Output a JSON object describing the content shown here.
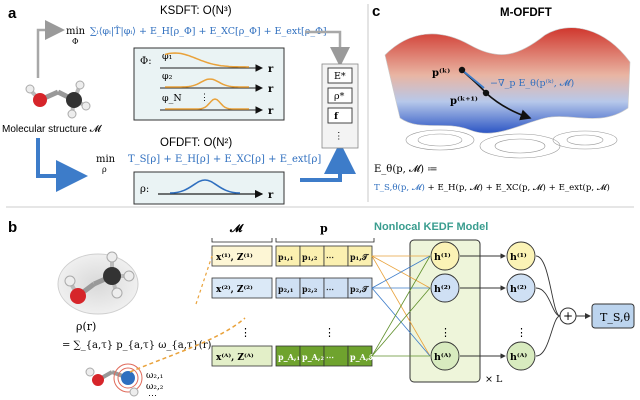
{
  "colors": {
    "blue": "#2f6fbf",
    "blue_dark": "#274f8f",
    "orange": "#e9a23b",
    "green_panel": "#eef5da",
    "green_border": "#5f8f2a",
    "teal_title": "#3a9d8f",
    "gray_box": "#f3f3f3",
    "yellow_box": "#fdf6d5",
    "lightblue_box": "#dbe9f7",
    "green_box": "#e3efc8",
    "node_yellow": "#fbf3b6",
    "node_blue": "#cfe0f4",
    "node_green": "#d8ebbf",
    "output_box": "#bcd4ee"
  },
  "panel_a": {
    "label": "a",
    "ksdft_title": "KSDFT: O(N³)",
    "ksdft_eq_min": "min",
    "ksdft_eq_sub": "Φ",
    "ksdft_eq": "∑ᵢ⟨φᵢ|T̂|φᵢ⟩ + E_H[ρ_Φ] + E_XC[ρ_Φ] + E_ext[ρ_Φ]",
    "phi_label": "Φ:",
    "orbitals": [
      "φ₁",
      "φ₂",
      "φ_N"
    ],
    "dots": "⋮",
    "r_label": "r",
    "molecular_structure": "Molecular structure 𝓜",
    "ofdft_title": "OFDFT: O(N²)",
    "ofdft_eq_min": "min",
    "ofdft_eq_sub": "ρ",
    "ofdft_eq": "T_S[ρ] + E_H[ρ] + E_XC[ρ] + E_ext[ρ]",
    "rho_label": "ρ:",
    "outputs": [
      "E*",
      "ρ*",
      "f",
      "⋮"
    ]
  },
  "panel_c": {
    "label": "c",
    "title": "M-OFDFT",
    "p_k": "p⁽ᵏ⁾",
    "p_k1": "p⁽ᵏ⁺¹⁾",
    "gradient": "−∇_p E_θ(p⁽ᵏ⁾, 𝓜)",
    "energy_line1": "E_θ(p, 𝓜) ≔",
    "energy_line2": "T_S,θ(p, 𝓜) + E_H(p, 𝓜) + E_XC(p, 𝓜) + E_ext(p, 𝓜)"
  },
  "panel_b": {
    "label": "b",
    "model_title": "Nonlocal KEDF Model",
    "rho_r": "ρ(r)",
    "density_expansion": "= ∑_{a,τ} p_{a,τ} ω_{a,τ}(r)",
    "omega_labels": [
      "ω₂,₁",
      "ω₂,₂",
      "⋯"
    ],
    "header_M": "𝓜",
    "header_p": "p",
    "rows": [
      {
        "atom": "x⁽¹⁾, Z⁽¹⁾",
        "coeffs": [
          "p₁,₁",
          "p₁,₂",
          "⋯",
          "p₁,𝒯"
        ],
        "hidden": "h⁽¹⁾",
        "out": "h⁽¹⁾"
      },
      {
        "atom": "x⁽²⁾, Z⁽²⁾",
        "coeffs": [
          "p₂,₁",
          "p₂,₂",
          "⋯",
          "p₂,𝒯"
        ],
        "hidden": "h⁽²⁾",
        "out": "h⁽²⁾"
      },
      {
        "atom": "x⁽ᴬ⁾, Z⁽ᴬ⁾",
        "coeffs": [
          "p_A,₁",
          "p_A,₂",
          "⋯",
          "p_A,𝒯"
        ],
        "hidden": "h⁽ᴬ⁾",
        "out": "h⁽ᴬ⁾"
      }
    ],
    "vdots": "⋮",
    "times_L": "× L",
    "plus": "+",
    "output": "T_S,θ"
  }
}
